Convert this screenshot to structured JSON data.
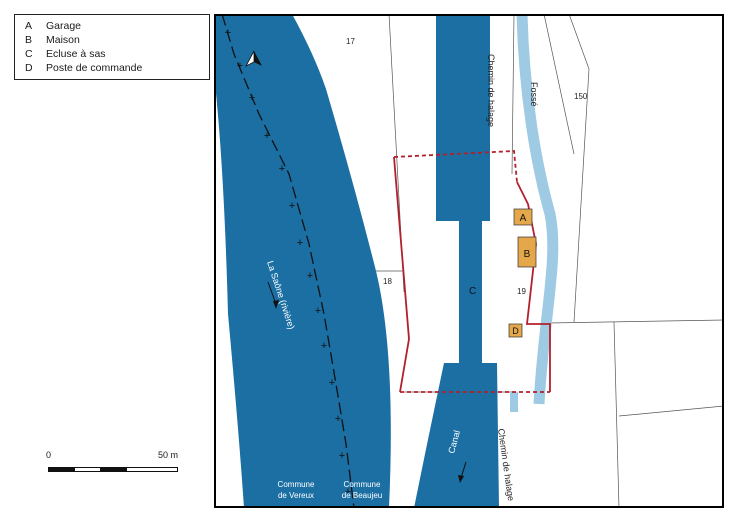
{
  "legend": {
    "items": [
      {
        "letter": "A",
        "label": "Garage"
      },
      {
        "letter": "B",
        "label": "Maison"
      },
      {
        "letter": "C",
        "label": "Ecluse à sas"
      },
      {
        "letter": "D",
        "label": "Poste de commande"
      }
    ]
  },
  "scale": {
    "start_label": "0",
    "end_label": "50 m"
  },
  "map": {
    "parcels": {
      "p17": "17",
      "p150": "150",
      "p18": "18",
      "p19": "19"
    },
    "labels": {
      "towpath_top": "Chemin de halage",
      "towpath_bottom": "Chemin de halage",
      "ditch": "Fossé",
      "river": "La Saône (rivière)",
      "canal": "Canal",
      "commune_left_1": "Commune",
      "commune_left_2": "de Vereux",
      "commune_right_1": "Commune",
      "commune_right_2": "de Beaujeu"
    },
    "buildings": {
      "a": "A",
      "b": "B",
      "c": "C",
      "d": "D"
    },
    "colors": {
      "water": "#1b6fa3",
      "ditch": "#9ecbe3",
      "building": "#e4a84a",
      "boundary": "#b3202c",
      "frame": "#000000"
    }
  }
}
